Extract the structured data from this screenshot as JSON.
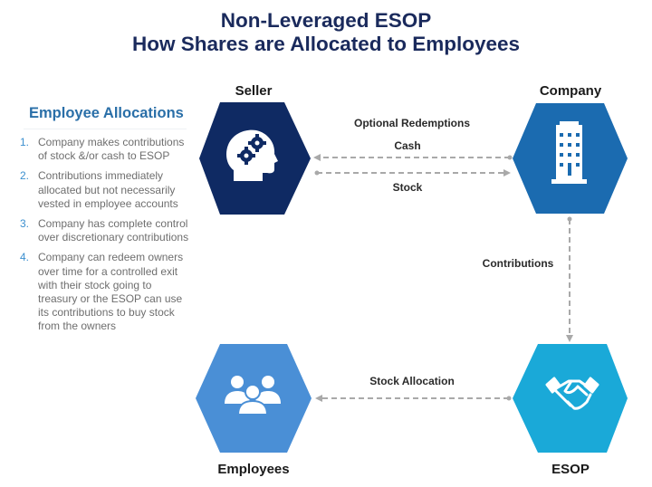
{
  "title": {
    "line1": "Non-Leveraged ESOP",
    "line2": "How Shares are Allocated to Employees"
  },
  "sidebar": {
    "heading": "Employee Allocations",
    "items": [
      {
        "num": "1.",
        "text": "Company makes contributions of stock &/or cash to ESOP"
      },
      {
        "num": "2.",
        "text": "Contributions immediately allocated but not necessarily vested in employee accounts"
      },
      {
        "num": "3.",
        "text": "Company has complete control over discretionary contributions"
      },
      {
        "num": "4.",
        "text": "Company can redeem owners over time for a controlled exit with their stock going to treasury or the ESOP can use its contributions to buy stock from the owners"
      }
    ]
  },
  "nodes": {
    "seller": {
      "label": "Seller",
      "icon": "head-gears-icon",
      "color": "#0f2a63"
    },
    "company": {
      "label": "Company",
      "icon": "office-building-icon",
      "color": "#1b6bb0"
    },
    "employees": {
      "label": "Employees",
      "icon": "people-group-icon",
      "color": "#4a8fd6"
    },
    "esop": {
      "label": "ESOP",
      "icon": "handshake-icon",
      "color": "#1aa9d8"
    }
  },
  "edges": {
    "optional_redemptions": "Optional Redemptions",
    "cash": "Cash",
    "stock": "Stock",
    "contributions": "Contributions",
    "stock_allocation": "Stock Allocation"
  },
  "colors": {
    "title": "#1a2a5c",
    "heading": "#2a6fa8",
    "arrow": "#a9a9a9",
    "body_text": "#6e6e6e"
  }
}
